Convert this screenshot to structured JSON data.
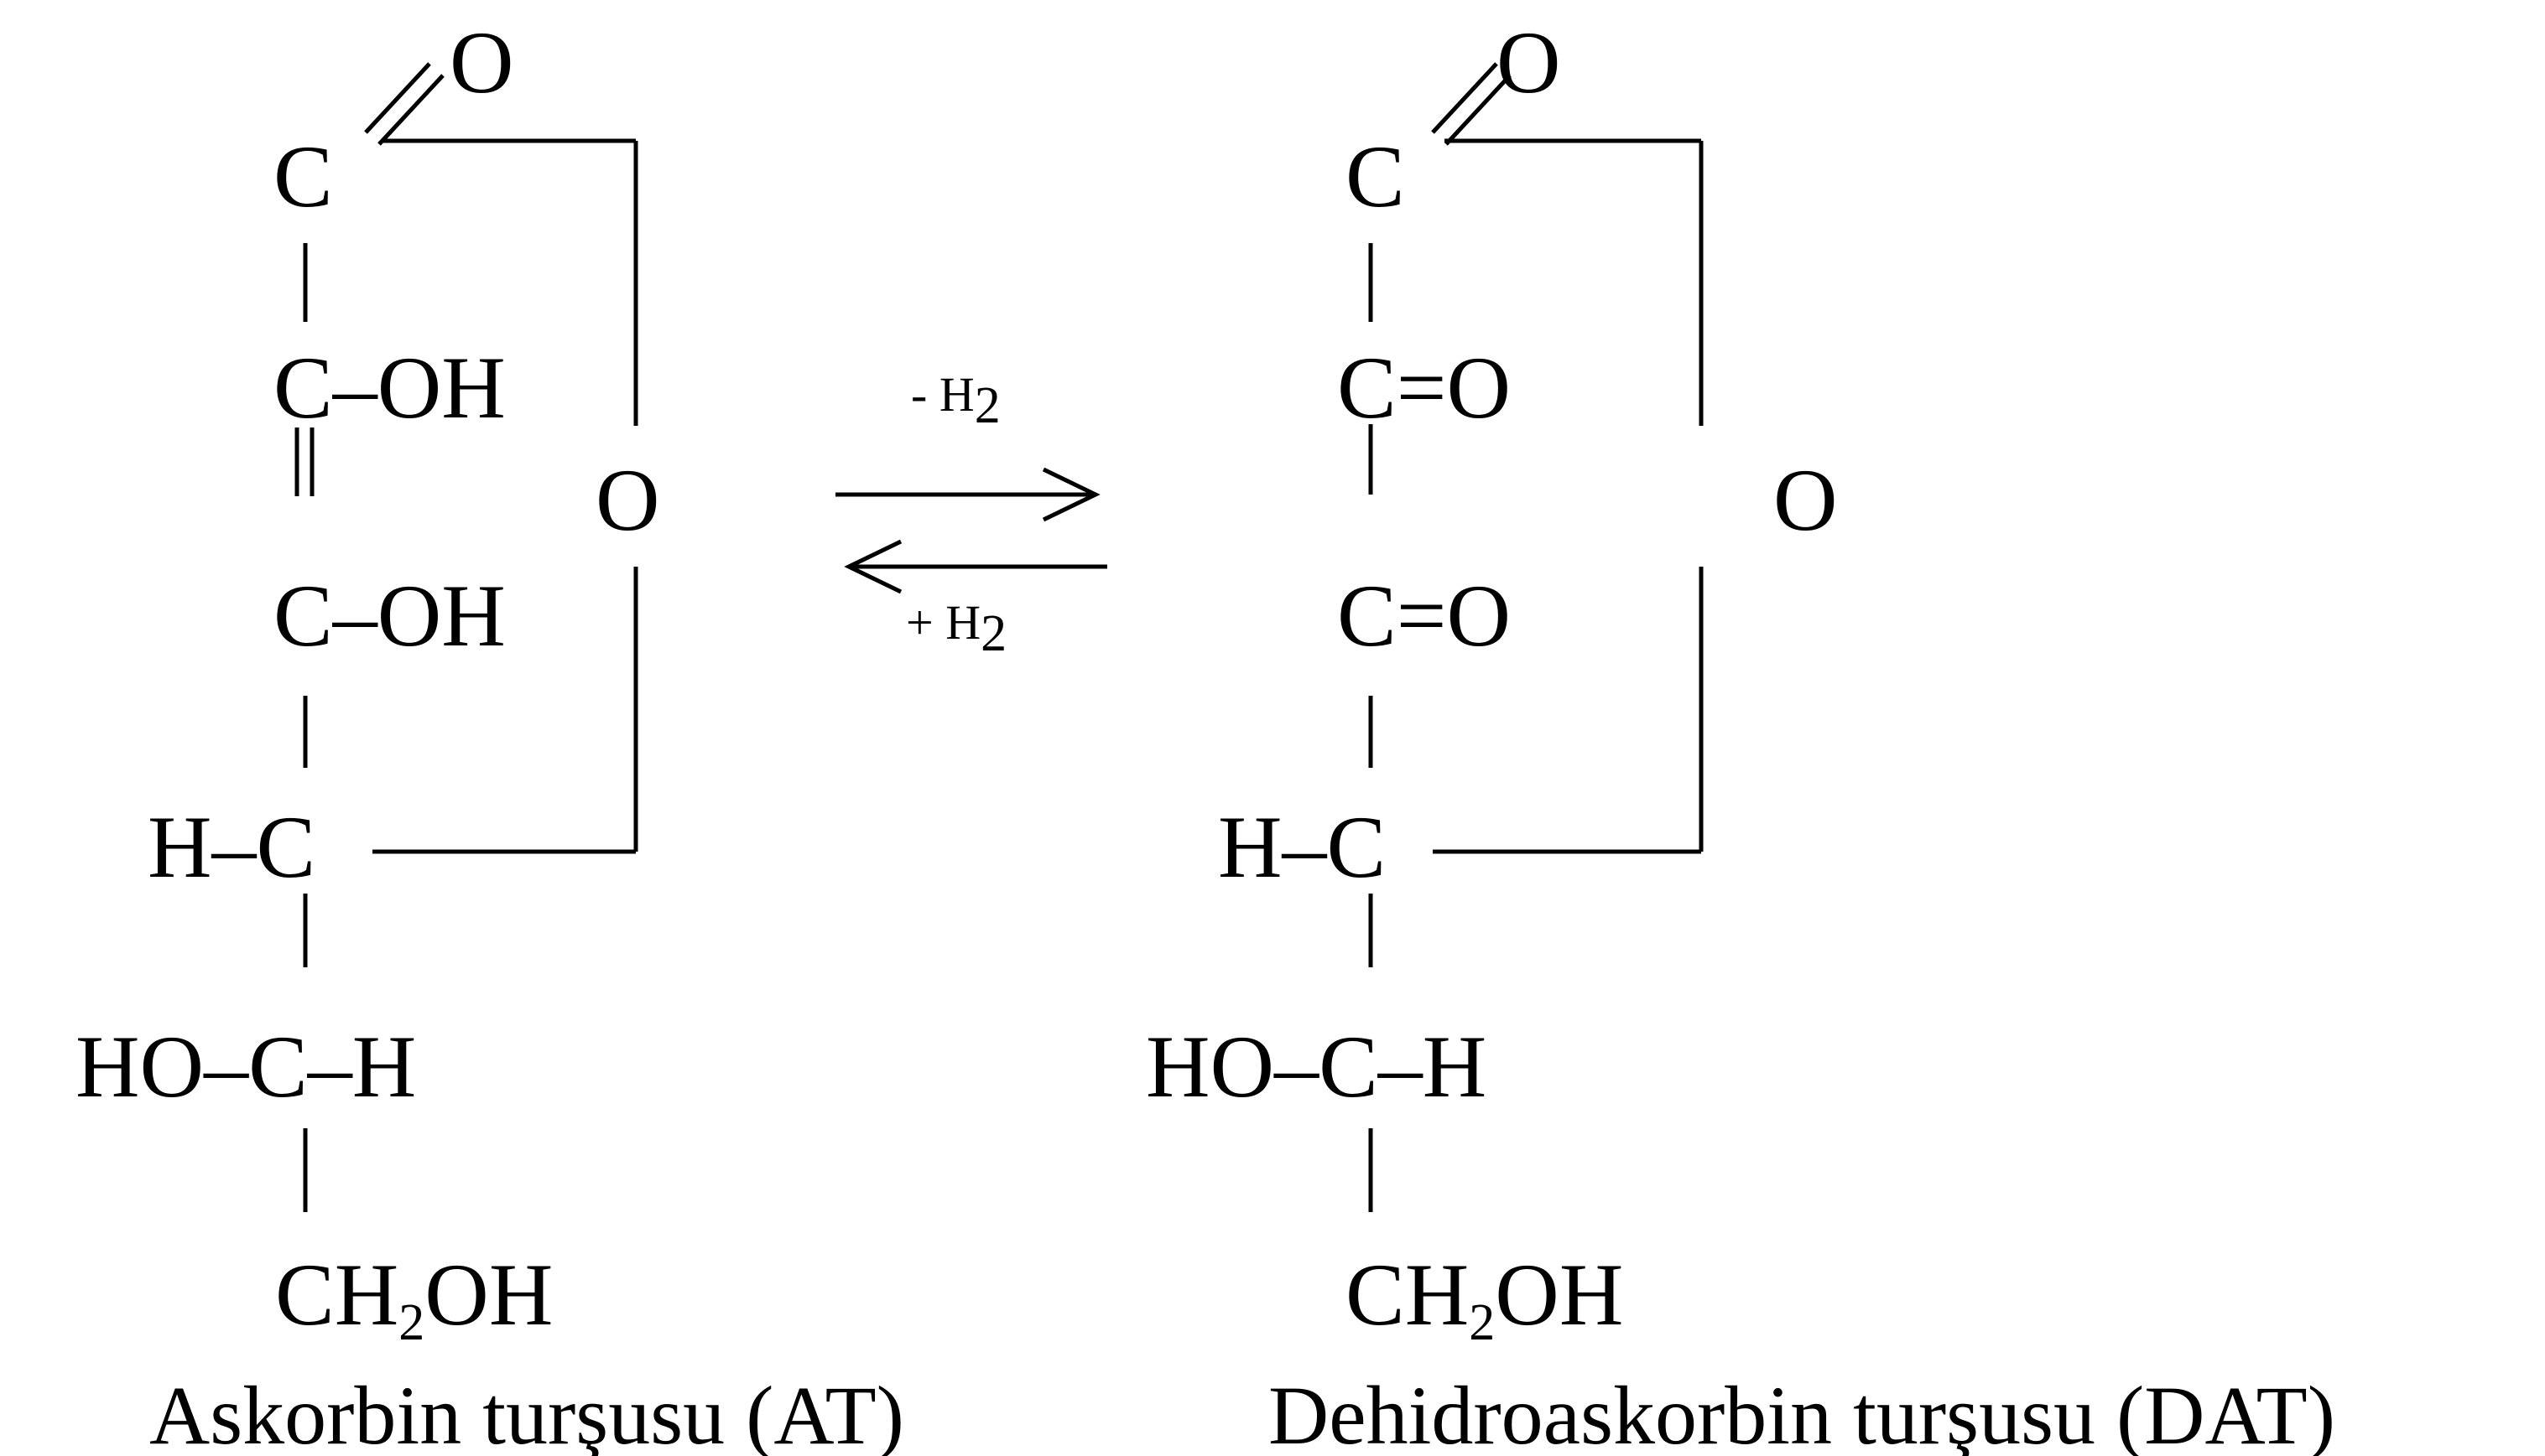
{
  "at": {
    "o_top": "O",
    "c1": "C",
    "c2": "C–OH",
    "c3": "C–OH",
    "c4": "H–C",
    "c5": "HO–C–H",
    "c6_a": "CH",
    "c6_sub": "2",
    "c6_b": "OH",
    "ring_o": "O",
    "caption": "Askorbin turşusu (AT)"
  },
  "arrows": {
    "forward_sign": "- H",
    "forward_sub": "2",
    "reverse_sign": "+ H",
    "reverse_sub": "2"
  },
  "dat": {
    "o_top": "O",
    "c1": "C",
    "c2": "C=O",
    "c3": "C=O",
    "c4": "H–C",
    "c5": "HO–C–H",
    "c6_a": "CH",
    "c6_sub": "2",
    "c6_b": "OH",
    "ring_o": "O",
    "caption": "Dehidroaskorbin turşusu (DAT)"
  }
}
